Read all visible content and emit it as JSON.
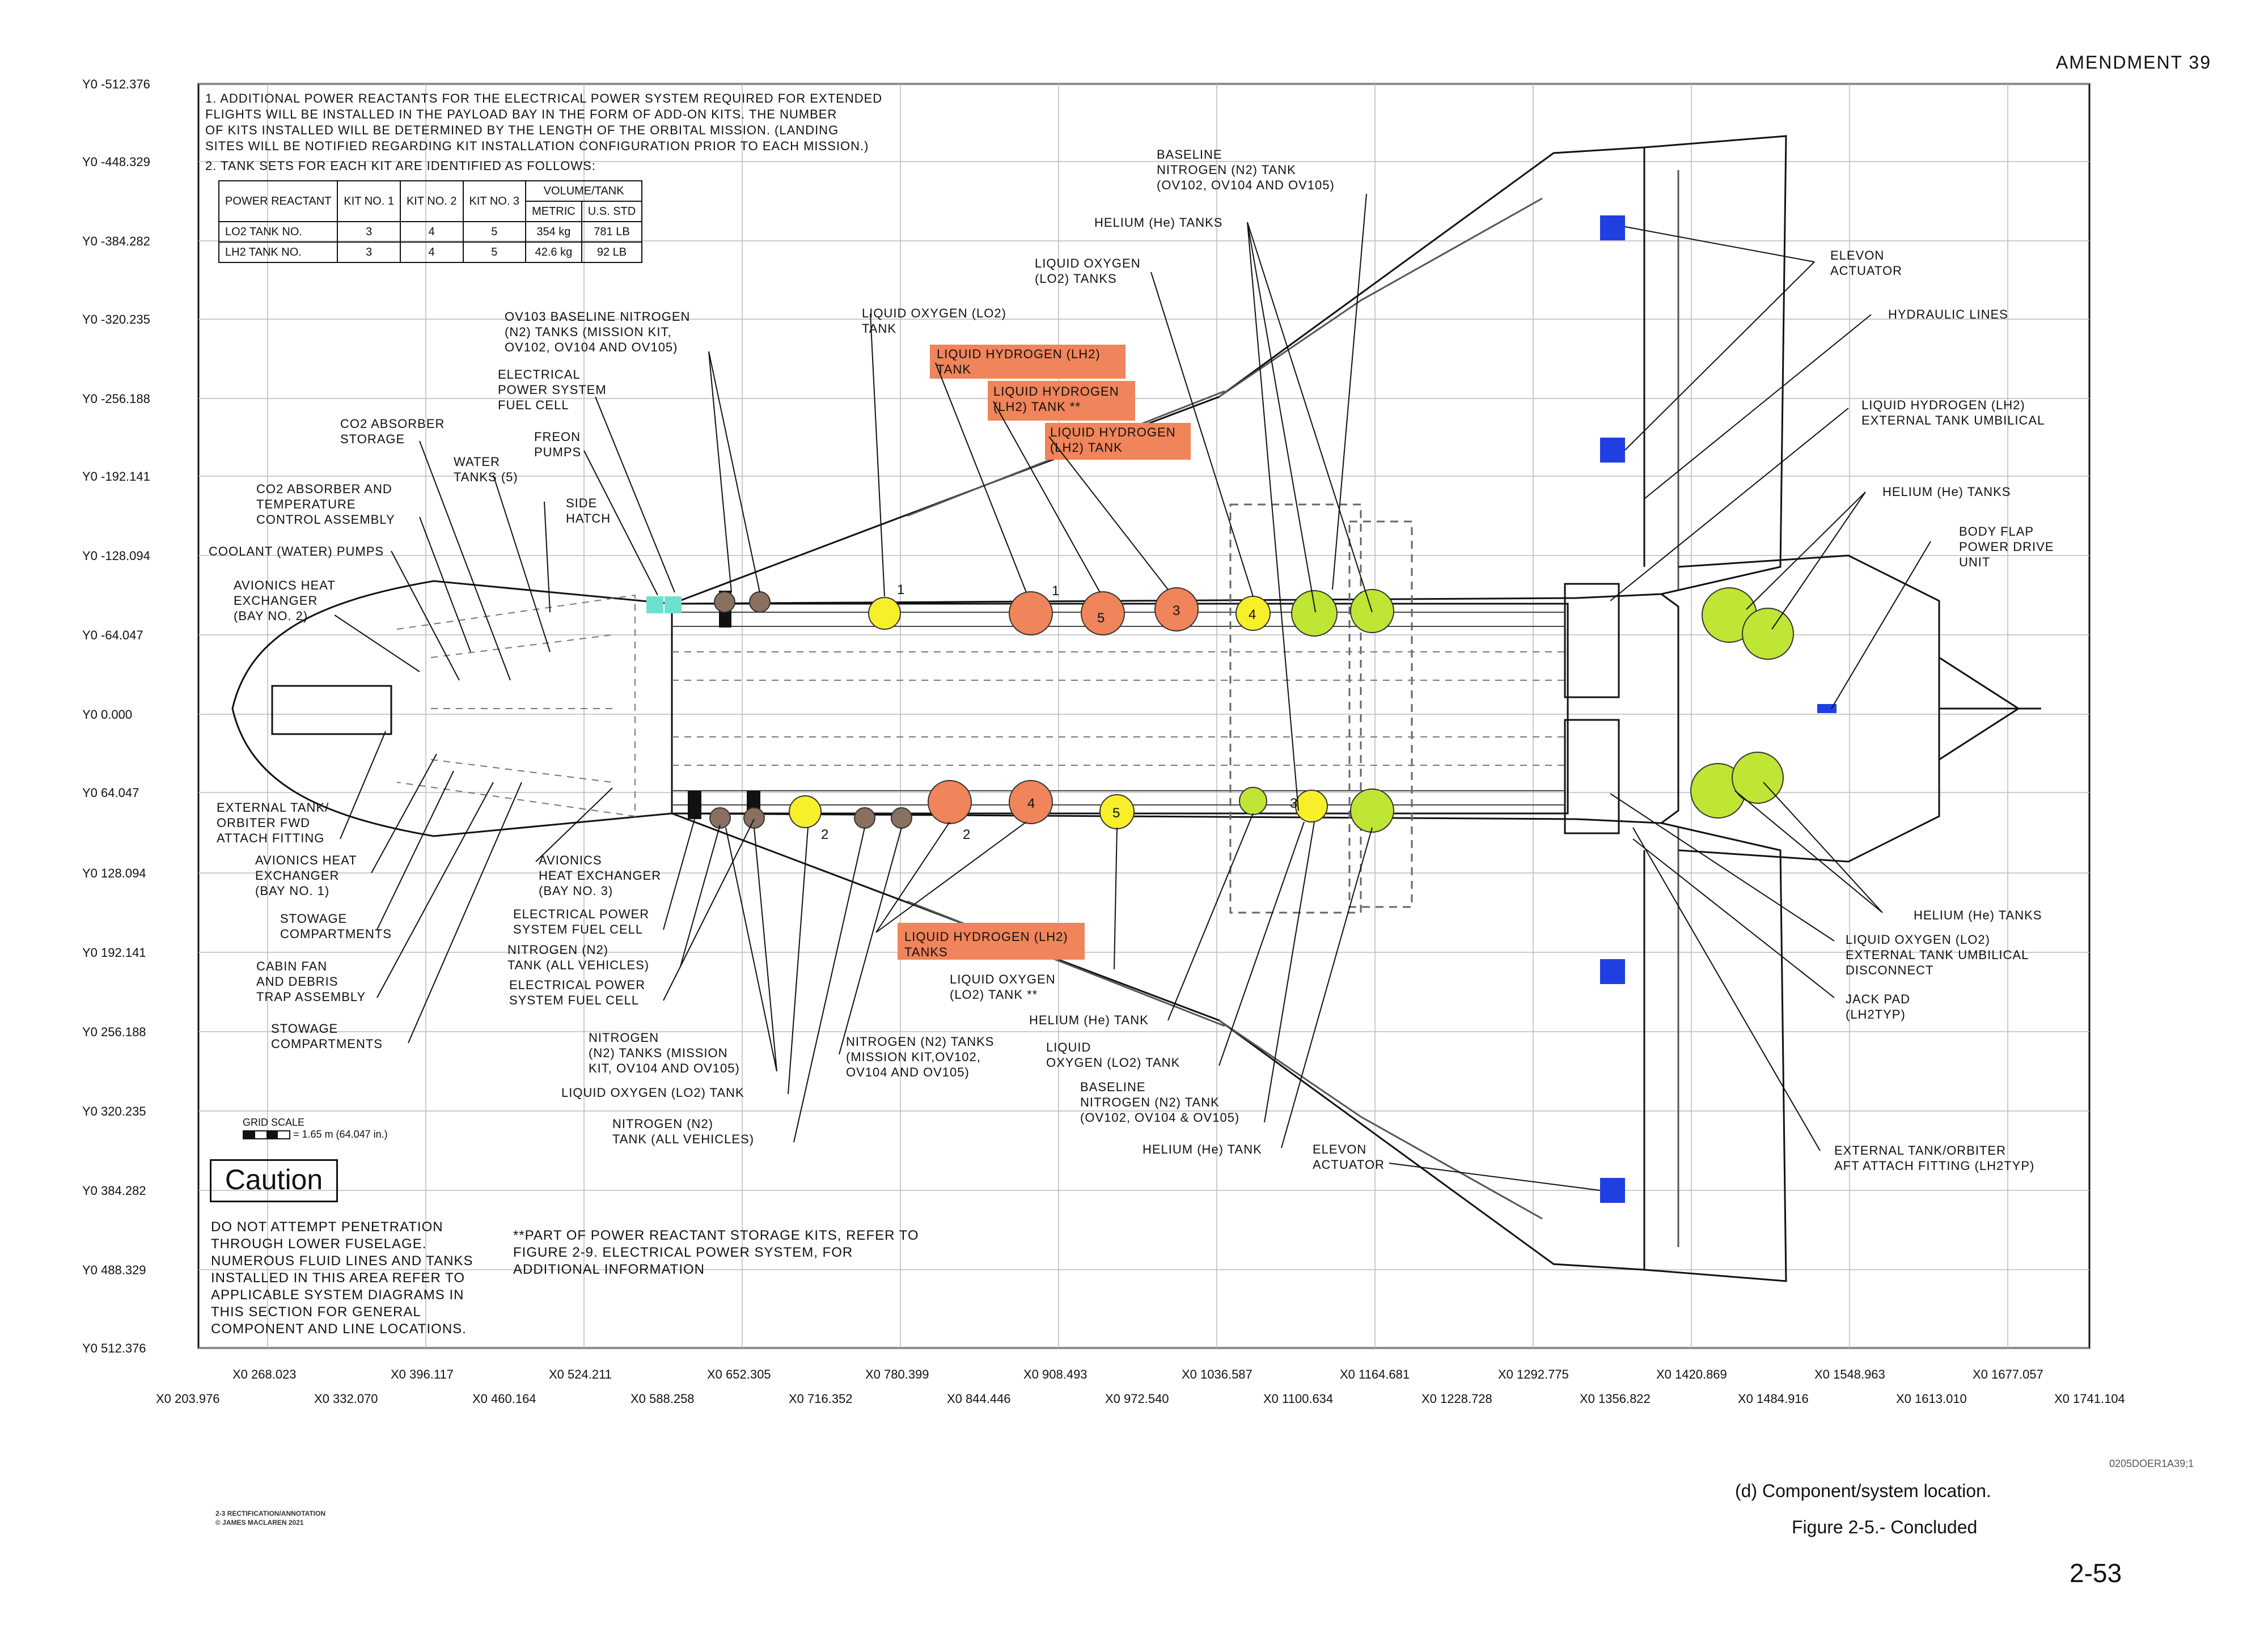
{
  "header": {
    "amendment": "AMENDMENT  39"
  },
  "y_axis": [
    "Y0 -512.376",
    "Y0 -448.329",
    "Y0 -384.282",
    "Y0 -320.235",
    "Y0 -256.188",
    "Y0 -192.141",
    "Y0 -128.094",
    "Y0 -64.047",
    "Y0 0.000",
    "Y0 64.047",
    "Y0 128.094",
    "Y0 192.141",
    "Y0 256.188",
    "Y0 320.235",
    "Y0 384.282",
    "Y0 488.329",
    "Y0 512.376"
  ],
  "x_axis_top": [
    "X0 268.023",
    "X0 396.117",
    "X0 524.211",
    "X0 652.305",
    "X0 780.399",
    "X0 908.493",
    "X0 1036.587",
    "X0 1164.681",
    "X0 1292.775",
    "X0 1420.869",
    "X0 1548.963",
    "X0 1677.057"
  ],
  "x_axis_bottom": [
    "X0 203.976",
    "X0 332.070",
    "X0 460.164",
    "X0 588.258",
    "X0 716.352",
    "X0 844.446",
    "X0 972.540",
    "X0 1100.634",
    "X0 1228.728",
    "X0 1356.822",
    "X0 1484.916",
    "X0 1613.010",
    "X0 1741.104"
  ],
  "notes": {
    "note1": "1. ADDITIONAL POWER REACTANTS FOR THE ELECTRICAL POWER SYSTEM REQUIRED FOR EXTENDED\n    FLIGHTS WILL BE INSTALLED IN THE PAYLOAD BAY IN THE FORM OF ADD-ON KITS. THE NUMBER\n    OF KITS INSTALLED WILL BE DETERMINED BY THE LENGTH OF THE ORBITAL MISSION. (LANDING\n    SITES WILL BE NOTIFIED REGARDING KIT INSTALLATION CONFIGURATION PRIOR TO EACH MISSION.)",
    "note2": "2. TANK SETS FOR EACH KIT ARE IDENTIFIED AS FOLLOWS:"
  },
  "table": {
    "h_power": "POWER REACTANT",
    "h_kit1": "KIT NO. 1",
    "h_kit2": "KIT NO. 2",
    "h_kit3": "KIT NO. 3",
    "h_volume": "VOLUME/TANK",
    "h_metric": "METRIC",
    "h_us": "U.S. STD",
    "r1_name": "LO2 TANK NO.",
    "r1_k1": "3",
    "r1_k2": "4",
    "r1_k3": "5",
    "r1_metric": "354 kg",
    "r1_us": "781 LB",
    "r2_name": "LH2 TANK NO.",
    "r2_k1": "3",
    "r2_k2": "4",
    "r2_k3": "5",
    "r2_metric": "42.6 kg",
    "r2_us": "92 LB"
  },
  "labels": {
    "baseline_n2": "BASELINE\nNITROGEN (N2) TANK\n(OV102, OV104  AND  OV105)",
    "helium_tanks_top": "HELIUM  (He) TANKS",
    "lo2_tanks_top": "LIQUID  OXYGEN\n(LO2) TANKS",
    "lo2_tank": "LIQUID  OXYGEN  (LO2)\nTANK",
    "lh2_tank_1": "LIQUID  HYDROGEN  (LH2)\nTANK",
    "lh2_tank_2": "LIQUID  HYDROGEN\n(LH2) TANK **",
    "lh2_tank_3": "LIQUID  HYDROGEN\n(LH2) TANK",
    "ov103_n2": "OV103  BASELINE  NITROGEN\n(N2) TANKS  (MISSION KIT,\nOV102, OV104  AND  OV105)",
    "eps_fuel_cell_top": "ELECTRICAL\nPOWER  SYSTEM\nFUEL  CELL",
    "co2_storage": "CO2  ABSORBER\nSTORAGE",
    "freon_pumps": "FREON\nPUMPS",
    "water_tanks": "WATER\nTANKS  (5)",
    "co2_assembly": "CO2  ABSORBER  AND\nTEMPERATURE\nCONTROL  ASSEMBLY",
    "side_hatch": "SIDE\nHATCH",
    "coolant_pumps": "COOLANT  (WATER) PUMPS",
    "avionics_bay2": "AVIONICS  HEAT\nEXCHANGER\n(BAY  NO. 2)",
    "et_fwd": "EXTERNAL  TANK/\nORBITER  FWD\nATTACH  FITTING",
    "avionics_bay1": "AVIONICS  HEAT\nEXCHANGER\n(BAY  NO. 1)",
    "stowage_1": "STOWAGE\nCOMPARTMENTS",
    "cabin_fan": "CABIN  FAN\nAND  DEBRIS\nTRAP  ASSEMBLY",
    "stowage_2": "STOWAGE\nCOMPARTMENTS",
    "avionics_bay3": "AVIONICS\nHEAT  EXCHANGER\n(BAY  NO. 3)",
    "eps_fuel_cell_2": "ELECTRICAL  POWER\nSYSTEM  FUEL  CELL",
    "n2_all_1": "NITROGEN  (N2)\nTANK  (ALL  VEHICLES)",
    "eps_fuel_cell_3": "ELECTRICAL  POWER\nSYSTEM  FUEL  CELL",
    "n2_mission_1": "NITROGEN\n(N2) TANKS  (MISSION\nKIT, OV104  AND  OV105)",
    "lo2_tank_bottom": "LIQUID  OXYGEN  (LO2) TANK",
    "n2_all_2": "NITROGEN  (N2)\nTANK  (ALL  VEHICLES)",
    "n2_mission_2": "NITROGEN  (N2) TANKS\n(MISSION  KIT,OV102,\nOV104  AND  OV105)",
    "lh2_tanks_bottom": "LIQUID  HYDROGEN  (LH2)\nTANKS",
    "lo2_tank_star": "LIQUID  OXYGEN\n(LO2) TANK **",
    "helium_tank_1": "HELIUM  (He) TANK",
    "lo2_tank_2": "LIQUID\nOXYGEN  (LO2) TANK",
    "baseline_n2_bottom": "BASELINE\nNITROGEN  (N2) TANK\n(OV102, OV104  &  OV105)",
    "helium_tank_2": "HELIUM  (He) TANK",
    "elevon_bottom": "ELEVON\nACTUATOR",
    "elevon_top": "ELEVON\nACTUATOR",
    "hydraulic_lines": "HYDRAULIC  LINES",
    "lh2_umbilical": "LIQUID  HYDROGEN  (LH2)\nEXTERNAL  TANK  UMBILICAL",
    "helium_right_top": "HELIUM  (He) TANKS",
    "body_flap": "BODY  FLAP\nPOWER  DRIVE\nUNIT",
    "helium_right_bottom": "HELIUM  (He) TANKS",
    "lo2_umbilical": "LIQUID  OXYGEN  (LO2)\nEXTERNAL  TANK  UMBILICAL\nDISCONNECT",
    "jack_pad": "JACK  PAD\n(LH2TYP)",
    "et_aft": "EXTERNAL  TANK/ORBITER\nAFT  ATTACH  FITTING  (LH2TYP)"
  },
  "tank_numbers": {
    "a": "1",
    "b": "1",
    "c": "5",
    "d": "3",
    "e": "4",
    "f": "2",
    "g": "2",
    "h": "4",
    "i": "5",
    "j": "3"
  },
  "gridscale": {
    "label": "GRID  SCALE",
    "value": "= 1.65  m  (64.047  in.)"
  },
  "caution": {
    "title": "Caution",
    "text": "DO  NOT  ATTEMPT  PENETRATION\nTHROUGH  LOWER  FUSELAGE.\nNUMEROUS  FLUID  LINES  AND  TANKS\nINSTALLED  IN  THIS  AREA  REFER  TO\nAPPLICABLE  SYSTEM  DIAGRAMS  IN\nTHIS  SECTION  FOR  GENERAL\nCOMPONENT  AND  LINE  LOCATIONS."
  },
  "footnote": "**PART  OF  POWER  REACTANT  STORAGE  KITS, REFER  TO\n    FIGURE  2-9. ELECTRICAL  POWER  SYSTEM, FOR\n    ADDITIONAL  INFORMATION",
  "footer": {
    "dwgref": "0205DOER1A39;1",
    "caption": "(d) Component/system  location.",
    "figure": "Figure  2-5.-   Concluded",
    "page": "2-53",
    "credit1": "2-3 RECTIFICATION/ANNOTATION",
    "credit2": "© JAMES MACLAREN 2021"
  },
  "colors": {
    "lh2": "#f0845a",
    "lo2": "#f7ef2a",
    "helium": "#bfe535",
    "n2": "#8a7060",
    "actuator": "#1f3fe0",
    "freon": "#6fe0d0"
  }
}
